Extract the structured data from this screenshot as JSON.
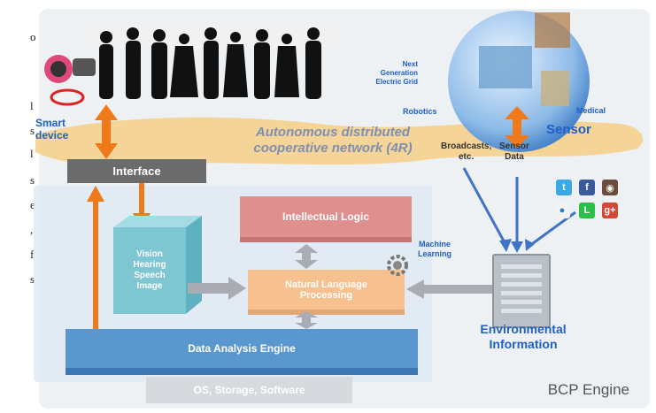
{
  "side_text_chars": [
    "o",
    "l",
    "s",
    "l",
    "s",
    "e",
    ",",
    "f",
    "s"
  ],
  "diagram": {
    "smart_device_label": "Smart device",
    "smart_device_line1": "Smart",
    "smart_device_line2": "device",
    "network_label_line1": "Autonomous distributed",
    "network_label_line2": "cooperative network  (4R)",
    "interface_label": "Interface",
    "vision_lines": [
      "Vision",
      "Hearing",
      "Speech",
      "Image"
    ],
    "intellectual_logic_label": "Intellectual Logic",
    "nlp_line1": "Natural Language",
    "nlp_line2": "Processing",
    "machine_learning_line1": "Machine",
    "machine_learning_line2": "Learning",
    "data_analysis_label": "Data Analysis Engine",
    "os_label": "OS, Storage, Software",
    "env_info_line1": "Environmental",
    "env_info_line2": "Information",
    "bcp_engine_label": "BCP Engine",
    "next_gen_line1": "Next",
    "next_gen_line2": "Generation",
    "next_gen_line3": "Electric Grid",
    "robotics_label": "Robotics",
    "medical_label": "Medical",
    "sensor_label": "Sensor",
    "broadcasts_line1": "Broadcasts,",
    "broadcasts_line2": "etc.",
    "sensor_data_line1": "Sensor",
    "sensor_data_line2": "Data"
  },
  "colors": {
    "accent_orange": "#f07a1a",
    "label_blue": "#1f5fc8",
    "arrow_blue": "#3f74c6",
    "arrow_gray": "#a9adb3"
  },
  "icons": [
    "twitter-icon",
    "facebook-icon",
    "instagram-icon",
    "flickr-icon",
    "line-icon",
    "google-plus-icon"
  ]
}
